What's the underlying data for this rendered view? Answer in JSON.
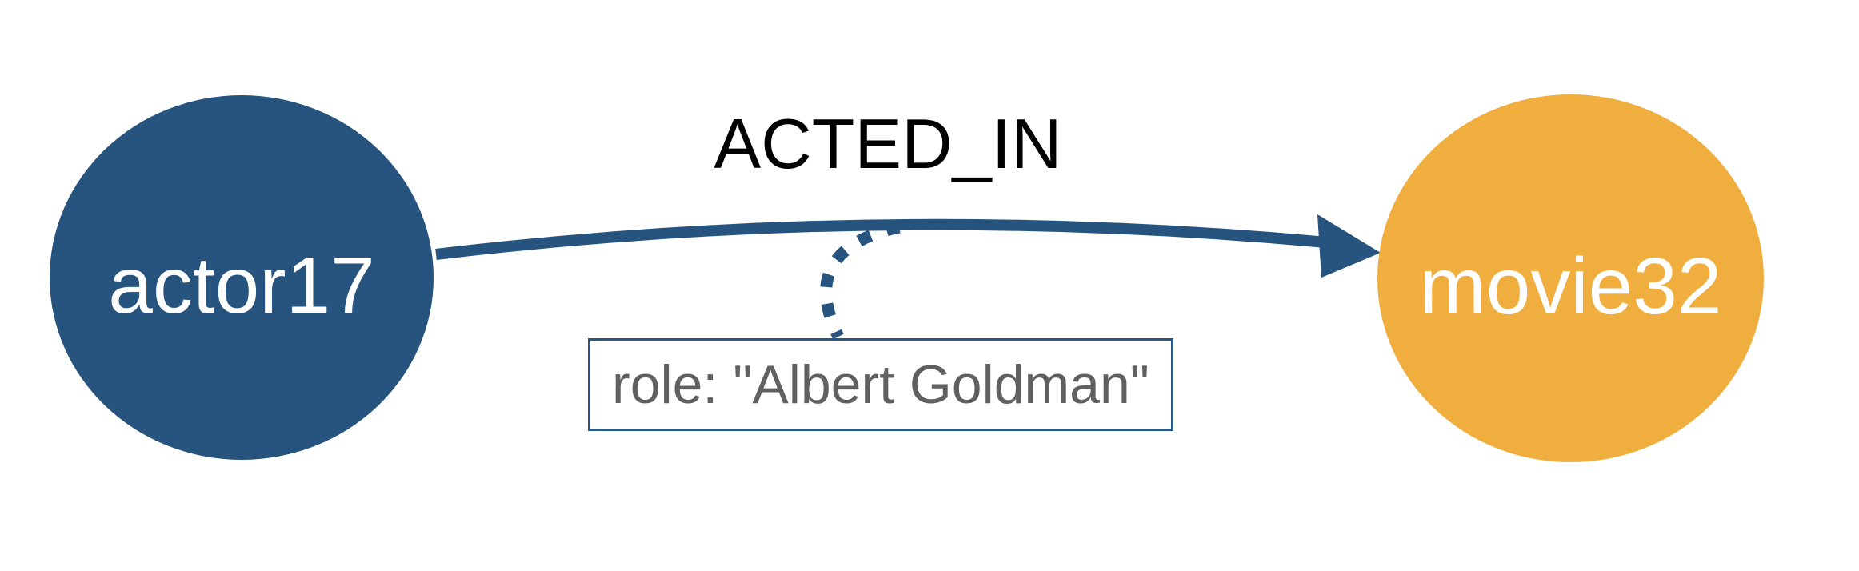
{
  "diagram": {
    "type": "graph",
    "background_color": "#ffffff",
    "nodes": [
      {
        "id": "actor17",
        "label": "actor17",
        "shape": "circle",
        "fill_color": "#26547F",
        "text_color": "#ffffff"
      },
      {
        "id": "movie32",
        "label": "movie32",
        "shape": "circle",
        "fill_color": "#F0AE3F",
        "text_color": "#ffffff"
      }
    ],
    "edges": [
      {
        "from": "actor17",
        "to": "movie32",
        "label": "ACTED_IN",
        "label_color": "#000000",
        "line_color": "#26547F",
        "line_style": "solid",
        "arrow": "right",
        "property": {
          "key": "role",
          "value": "\"Albert Goldman\"",
          "text": "role: \"Albert Goldman\"",
          "text_color": "#606060",
          "box_border_color": "#2A5784",
          "connector_style": "dotted",
          "connector_color": "#26547F"
        }
      }
    ]
  }
}
